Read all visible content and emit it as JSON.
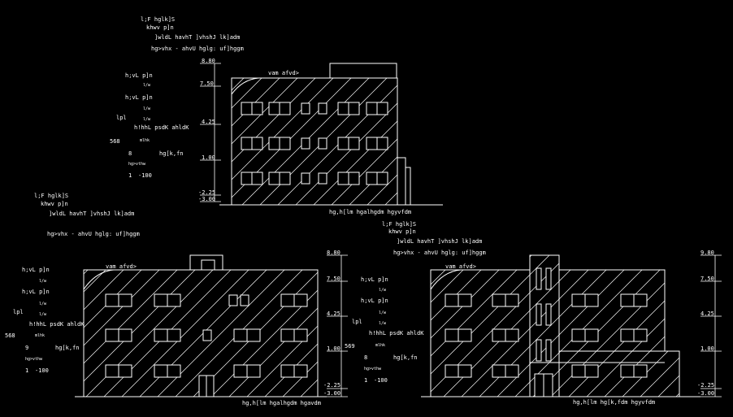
{
  "colors": {
    "background": "#000000",
    "line": "#ffffff"
  },
  "drawing_1": {
    "block": [
      "l;F hglk]S",
      "khwv p]n",
      "]wldL havhT ]vhshJ lk]adm",
      "hg>vhx -   ahvU hglg: uf]hggm"
    ],
    "roof_label": "vam afvd>",
    "levels": [
      "8.80",
      "7.50",
      "4.25",
      "1.00",
      "-2.25",
      "-3.00"
    ],
    "side_labels": [
      "h;vL p]n",
      "l/w",
      "h;vL p]n",
      "l/w",
      "l/w",
      "lpl",
      "h!hhL psdK ahldK",
      "568",
      "mlhk",
      "8",
      "hg[k,fn",
      "hg>vthw",
      "1",
      "-100"
    ],
    "caption": "hg,h[lm hgalhgdm hgyvfdm"
  },
  "drawing_2": {
    "block": [
      "l;F hglk]S",
      "khwv p]n",
      "]wldL havhT ]vhshJ lk]adm",
      "hg>vhx -   ahvU hglg: uf]hggm"
    ],
    "roof_label": "vam afvd>",
    "levels": [
      "8.80",
      "7.50",
      "4.25",
      "1.00",
      "-2.25",
      "-3.00"
    ],
    "side_labels": [
      "h;vL p]n",
      "l/w",
      "h;vL p]n",
      "l/w",
      "l/w",
      "lpl",
      "h!hhL psdK ahldK",
      "568",
      "mlhk",
      "9",
      "hg[k,fn",
      "hg>vthw",
      "1",
      "-100"
    ],
    "caption": "hg,h[lm hgalhgdm hgavdm"
  },
  "drawing_3": {
    "block": [
      "l;F hglk]S",
      "khwv p]n",
      "]wldL havhT ]vhshJ lk]adm",
      "hg>vhx -   ahvU hglg: uf]hggm"
    ],
    "roof_label": "vam afvd>",
    "levels": [
      "9.80",
      "7.50",
      "4.25",
      "1.00",
      "-2.25",
      "-3.00"
    ],
    "side_labels": [
      "h;vL p]n",
      "l/w",
      "h;vL p]n",
      "l/w",
      "l/w",
      "lpl",
      "h!hhL psdK ahldK",
      "569",
      "mlhk",
      "8",
      "hg[k,fn",
      "hg>vthw",
      "1",
      "-100"
    ],
    "caption": "hg,h[lm hg[k,fdm hgyvfdm"
  }
}
